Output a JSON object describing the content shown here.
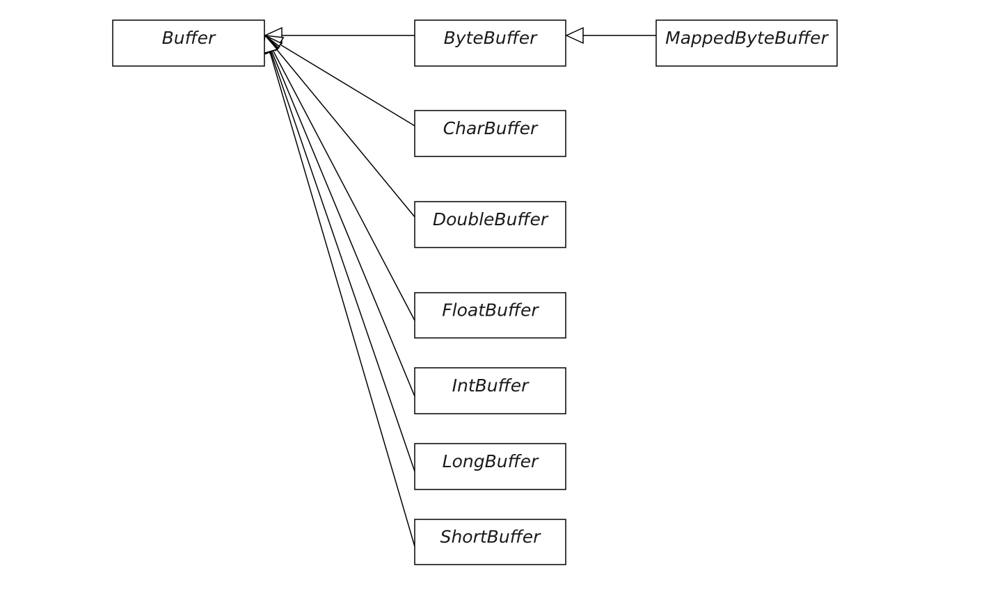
{
  "diagram": {
    "type": "uml-class-inheritance",
    "classes": [
      {
        "id": "buffer",
        "name": "Buffer"
      },
      {
        "id": "bytebuffer",
        "name": "ByteBuffer"
      },
      {
        "id": "mappedbytebuffer",
        "name": "MappedByteBuffer"
      },
      {
        "id": "charbuffer",
        "name": "CharBuffer"
      },
      {
        "id": "doublebuffer",
        "name": "DoubleBuffer"
      },
      {
        "id": "floatbuffer",
        "name": "FloatBuffer"
      },
      {
        "id": "intbuffer",
        "name": "IntBuffer"
      },
      {
        "id": "longbuffer",
        "name": "LongBuffer"
      },
      {
        "id": "shortbuffer",
        "name": "ShortBuffer"
      }
    ],
    "relations": [
      {
        "type": "generalization",
        "from": "bytebuffer",
        "to": "buffer"
      },
      {
        "type": "generalization",
        "from": "charbuffer",
        "to": "buffer"
      },
      {
        "type": "generalization",
        "from": "doublebuffer",
        "to": "buffer"
      },
      {
        "type": "generalization",
        "from": "floatbuffer",
        "to": "buffer"
      },
      {
        "type": "generalization",
        "from": "intbuffer",
        "to": "buffer"
      },
      {
        "type": "generalization",
        "from": "longbuffer",
        "to": "buffer"
      },
      {
        "type": "generalization",
        "from": "shortbuffer",
        "to": "buffer"
      },
      {
        "type": "generalization",
        "from": "mappedbytebuffer",
        "to": "bytebuffer"
      }
    ]
  }
}
